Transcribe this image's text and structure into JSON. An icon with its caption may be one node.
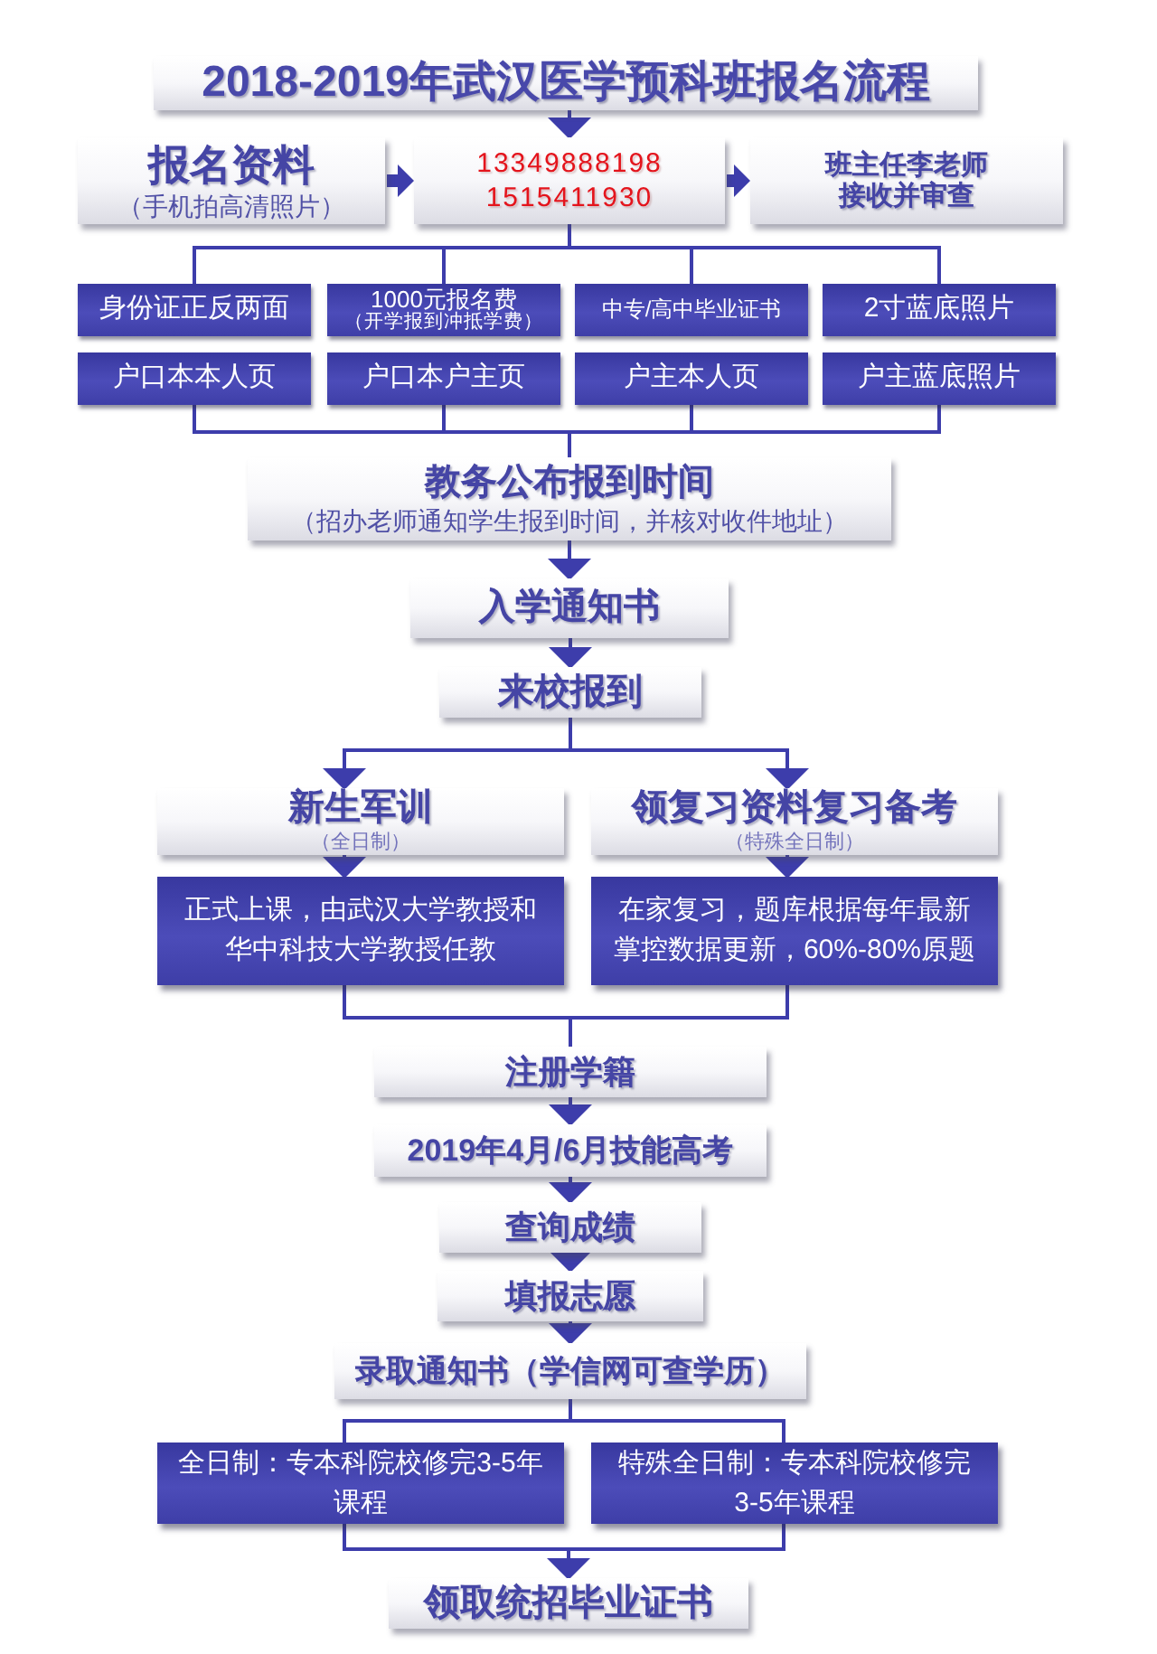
{
  "diagram": {
    "nodes": [
      {
        "text": [
          "2018-2019年武汉医学预科班报名流程"
        ]
      },
      {
        "text": [
          "报名资料",
          "（手机拍高清照片）"
        ]
      },
      {
        "text": [
          "13349888198",
          "1515411930"
        ]
      },
      {
        "text": [
          "班主任李老师接收并审查"
        ]
      },
      {
        "text": [
          "身份证正反两面"
        ]
      },
      {
        "text": [
          "1000元报名费",
          "（开学报到冲抵学费）"
        ]
      },
      {
        "text": [
          "中专/高中毕业证书"
        ]
      },
      {
        "text": [
          "2寸蓝底照片"
        ]
      },
      {
        "text": [
          "户口本本人页"
        ]
      },
      {
        "text": [
          "户口本户主页"
        ]
      },
      {
        "text": [
          "户主本人页"
        ]
      },
      {
        "text": [
          "户主蓝底照片"
        ]
      },
      {
        "text": [
          "教务公布报到时间",
          "（招办老师通知学生报到时间，并核对收件地址）"
        ]
      },
      {
        "text": [
          "入学通知书"
        ]
      },
      {
        "text": [
          "来校报到"
        ]
      },
      {
        "text": [
          "新生军训",
          "（全日制）"
        ]
      },
      {
        "text": [
          "领复习资料复习备考",
          "（特殊全日制）"
        ]
      },
      {
        "text": [
          "正式上课，由武汉大学教授和华中科技大学教授任教"
        ]
      },
      {
        "text": [
          "在家复习，题库根据每年最新掌控数据更新，60%-80%原题"
        ]
      },
      {
        "text": [
          "注册学籍"
        ]
      },
      {
        "text": [
          "2019年4月/6月技能高考"
        ]
      },
      {
        "text": [
          "查询成绩"
        ]
      },
      {
        "text": [
          "填报志愿"
        ]
      },
      {
        "text": [
          "录取通知书（学信网可查学历）"
        ]
      },
      {
        "text": [
          "全日制：专本科院校修完3-5年课程"
        ]
      },
      {
        "text": [
          "特殊全日制：专本科院校修完3-5年课程"
        ]
      },
      {
        "text": [
          "领取统招毕业证书"
        ]
      }
    ],
    "edges": [
      {
        "from": 0,
        "to": 2,
        "arrow": "to"
      },
      {
        "from": 1,
        "to": 2,
        "arrow": "to",
        "style": "thick"
      },
      {
        "from": 2,
        "to": 3,
        "arrow": "to",
        "style": "thick"
      },
      {
        "from": 2,
        "to": 4,
        "arrow": "none"
      },
      {
        "from": 2,
        "to": 5,
        "arrow": "none"
      },
      {
        "from": 2,
        "to": 6,
        "arrow": "none"
      },
      {
        "from": 2,
        "to": 7,
        "arrow": "none"
      },
      {
        "from": 8,
        "to": 12,
        "arrow": "none"
      },
      {
        "from": 9,
        "to": 12,
        "arrow": "none"
      },
      {
        "from": 10,
        "to": 12,
        "arrow": "none"
      },
      {
        "from": 11,
        "to": 12,
        "arrow": "none"
      },
      {
        "from": 12,
        "to": 13,
        "arrow": "to"
      },
      {
        "from": 13,
        "to": 14,
        "arrow": "to"
      },
      {
        "from": 14,
        "to": 15,
        "arrow": "to"
      },
      {
        "from": 14,
        "to": 16,
        "arrow": "to"
      },
      {
        "from": 15,
        "to": 17,
        "arrow": "to"
      },
      {
        "from": 16,
        "to": 18,
        "arrow": "to"
      },
      {
        "from": 17,
        "to": 19,
        "arrow": "none"
      },
      {
        "from": 18,
        "to": 19,
        "arrow": "none"
      },
      {
        "from": 19,
        "to": 20,
        "arrow": "to"
      },
      {
        "from": 20,
        "to": 21,
        "arrow": "to"
      },
      {
        "from": 21,
        "to": 22,
        "arrow": "to"
      },
      {
        "from": 22,
        "to": 23,
        "arrow": "to"
      },
      {
        "from": 23,
        "to": 24,
        "arrow": "none"
      },
      {
        "from": 23,
        "to": 25,
        "arrow": "none"
      },
      {
        "from": 24,
        "to": 26,
        "arrow": "to"
      },
      {
        "from": 25,
        "to": 26,
        "arrow": "to"
      }
    ]
  }
}
